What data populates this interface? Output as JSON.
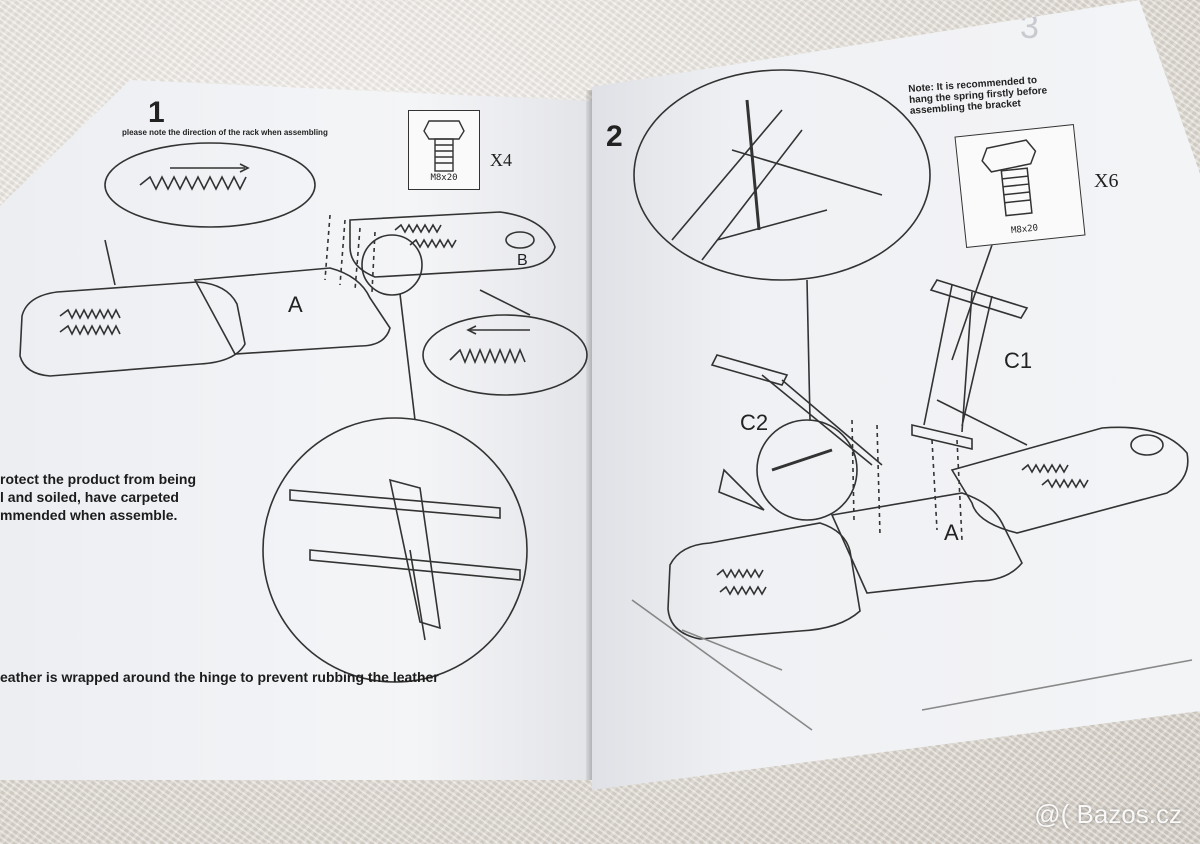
{
  "left_page": {
    "step": "1",
    "note": "please note the direction of the rack when assembling",
    "bolt_size": "M8x20",
    "bolt_qty": "X4",
    "labels": {
      "board_a": "A",
      "board_b": "B"
    },
    "text_carpet": [
      "rotect the product from being",
      "l and soiled, have carpeted",
      "mmended when assemble."
    ],
    "text_leather": "eather is wrapped around the hinge to prevent rubbing the leather"
  },
  "right_page": {
    "page_number": "3",
    "step": "2",
    "note_title": "Note:",
    "note_lines": [
      "It is recommended to",
      "hang the spring firstly before",
      "assembling the bracket"
    ],
    "bolt_size": "M8x20",
    "bolt_qty": "X6",
    "labels": {
      "bracket_c1": "C1",
      "bracket_c2": "C2",
      "board_a": "A"
    }
  },
  "watermark": "@( Bazos.cz"
}
